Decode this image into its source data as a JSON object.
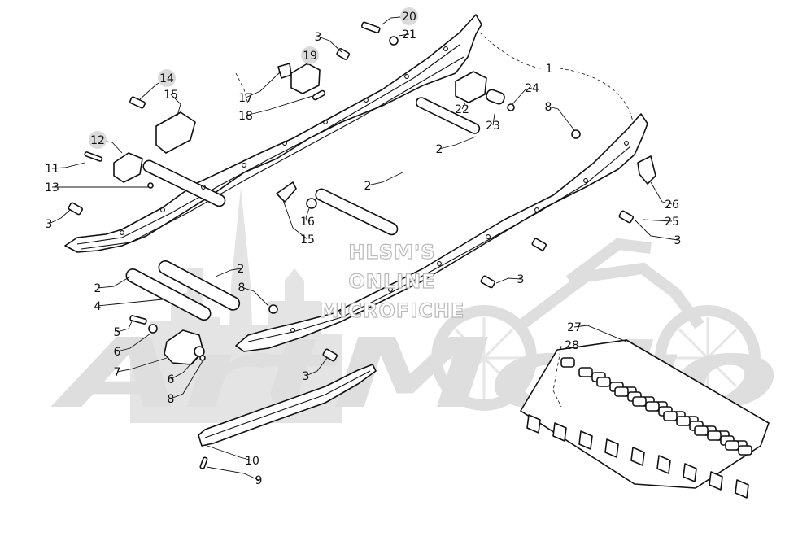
{
  "watermark": {
    "line1": "HLSM'S",
    "line2": "ONLINE",
    "line3": "MICROFICHE",
    "logo_text": "ArtMoto"
  },
  "callouts": [
    {
      "id": "c20",
      "label": "20"
    },
    {
      "id": "c21",
      "label": "21"
    },
    {
      "id": "c3a",
      "label": "3"
    },
    {
      "id": "c19",
      "label": "19"
    },
    {
      "id": "c1",
      "label": "1"
    },
    {
      "id": "c14",
      "label": "14"
    },
    {
      "id": "c15a",
      "label": "15"
    },
    {
      "id": "c17",
      "label": "17"
    },
    {
      "id": "c18",
      "label": "18"
    },
    {
      "id": "c24",
      "label": "24"
    },
    {
      "id": "c22",
      "label": "22"
    },
    {
      "id": "c23",
      "label": "23"
    },
    {
      "id": "c8a",
      "label": "8"
    },
    {
      "id": "c12",
      "label": "12"
    },
    {
      "id": "c11",
      "label": "11"
    },
    {
      "id": "c13",
      "label": "13"
    },
    {
      "id": "c2a",
      "label": "2"
    },
    {
      "id": "c2b",
      "label": "2"
    },
    {
      "id": "c3b",
      "label": "3"
    },
    {
      "id": "c16",
      "label": "16"
    },
    {
      "id": "c15b",
      "label": "15"
    },
    {
      "id": "c26",
      "label": "26"
    },
    {
      "id": "c25",
      "label": "25"
    },
    {
      "id": "c3c",
      "label": "3"
    },
    {
      "id": "c3d",
      "label": "3"
    },
    {
      "id": "c2c",
      "label": "2"
    },
    {
      "id": "c2d",
      "label": "2"
    },
    {
      "id": "c8b",
      "label": "8"
    },
    {
      "id": "c4",
      "label": "4"
    },
    {
      "id": "c5",
      "label": "5"
    },
    {
      "id": "c6a",
      "label": "6"
    },
    {
      "id": "c7",
      "label": "7"
    },
    {
      "id": "c6b",
      "label": "6"
    },
    {
      "id": "c8c",
      "label": "8"
    },
    {
      "id": "c3e",
      "label": "3"
    },
    {
      "id": "c27",
      "label": "27"
    },
    {
      "id": "c28",
      "label": "28"
    },
    {
      "id": "c10",
      "label": "10"
    },
    {
      "id": "c9",
      "label": "9"
    }
  ]
}
